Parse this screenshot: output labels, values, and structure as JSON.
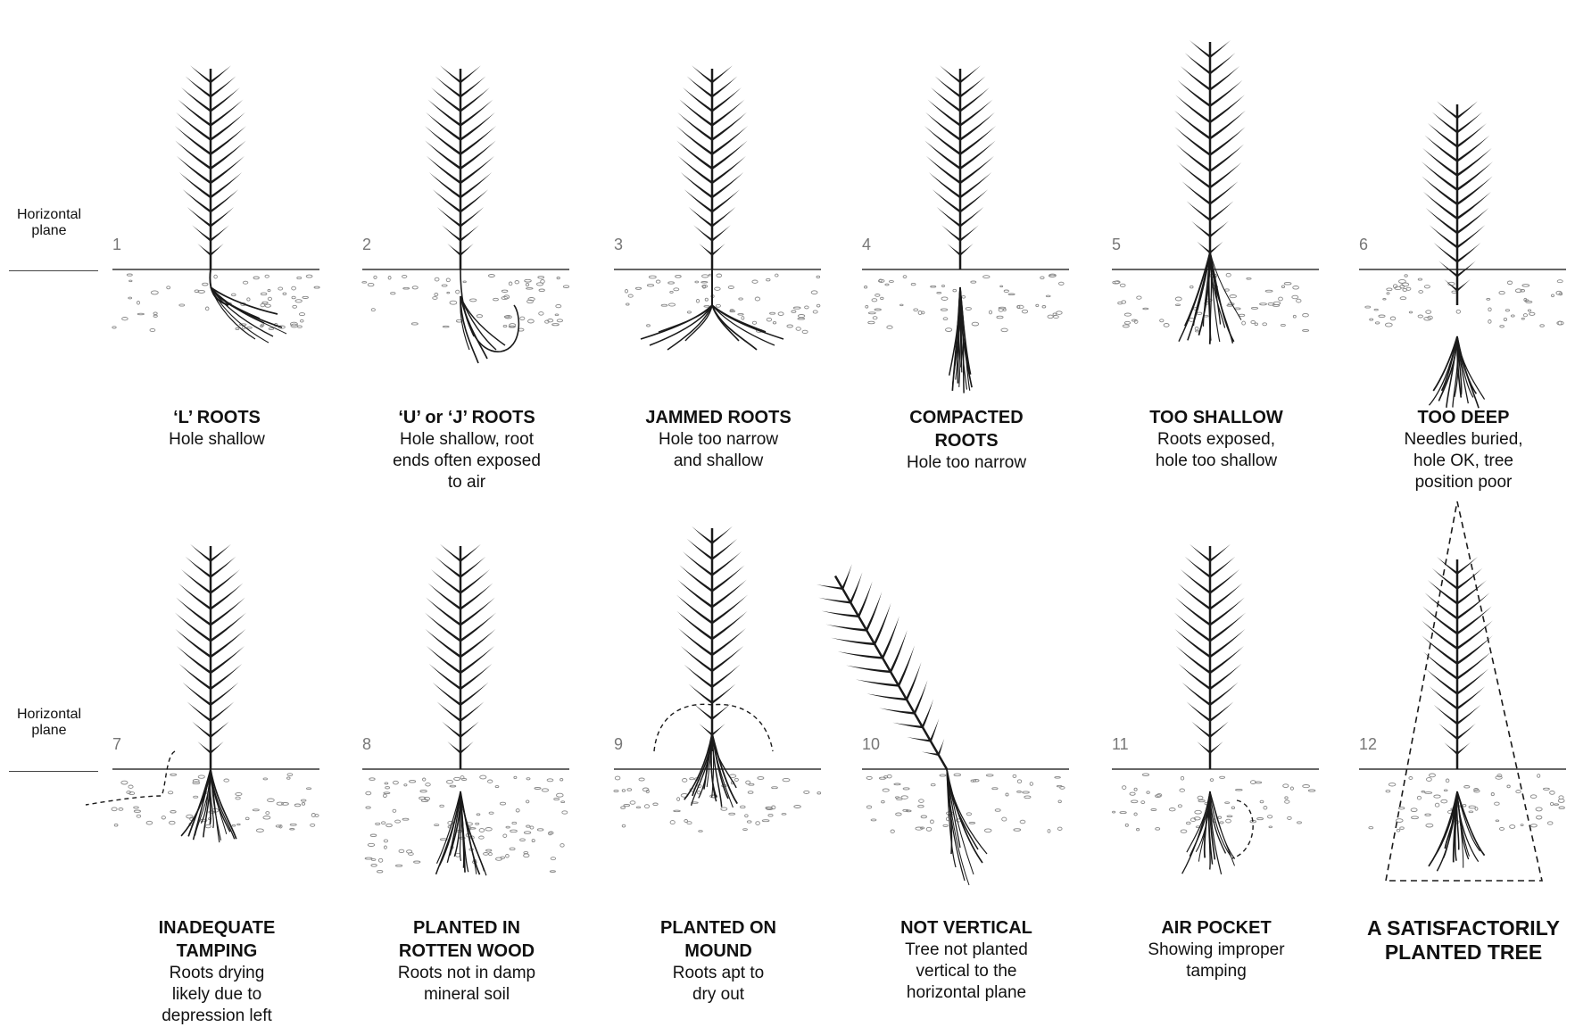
{
  "side_labels": [
    {
      "line1": "Horizontal",
      "line2": "plane"
    },
    {
      "line1": "Horizontal",
      "line2": "plane"
    }
  ],
  "panels": [
    {
      "number": "1",
      "title": [
        "‘L’ ROOTS"
      ],
      "desc": [
        "Hole shallow"
      ]
    },
    {
      "number": "2",
      "title": [
        "‘U’ or ‘J’ ROOTS"
      ],
      "desc": [
        "Hole shallow, root",
        "ends often exposed",
        "to air"
      ]
    },
    {
      "number": "3",
      "title": [
        "JAMMED ROOTS"
      ],
      "desc": [
        "Hole too narrow",
        "and shallow"
      ]
    },
    {
      "number": "4",
      "title": [
        "COMPACTED",
        "ROOTS"
      ],
      "desc": [
        "Hole too narrow"
      ]
    },
    {
      "number": "5",
      "title": [
        "TOO SHALLOW"
      ],
      "desc": [
        "Roots exposed,",
        "hole too shallow"
      ]
    },
    {
      "number": "6",
      "title": [
        "TOO DEEP"
      ],
      "desc": [
        "Needles buried,",
        "hole OK, tree",
        "position poor"
      ]
    },
    {
      "number": "7",
      "title": [
        "INADEQUATE",
        "TAMPING"
      ],
      "desc": [
        "Roots drying",
        "likely due to",
        "depression left"
      ]
    },
    {
      "number": "8",
      "title": [
        "PLANTED IN",
        "ROTTEN WOOD"
      ],
      "desc": [
        "Roots not in damp",
        "mineral soil"
      ]
    },
    {
      "number": "9",
      "title": [
        "PLANTED ON",
        "MOUND"
      ],
      "desc": [
        "Roots apt to",
        "dry out"
      ]
    },
    {
      "number": "10",
      "title": [
        "NOT VERTICAL"
      ],
      "desc": [
        "Tree not planted",
        "vertical to the",
        "horizontal plane"
      ]
    },
    {
      "number": "11",
      "title": [
        "AIR POCKET"
      ],
      "desc": [
        "Showing improper",
        "tamping"
      ]
    },
    {
      "number": "12",
      "title": [
        "A SATISFACTORILY",
        "PLANTED TREE"
      ],
      "desc": []
    }
  ],
  "colors": {
    "ink": "#1a1a1a",
    "soil": "#888888"
  }
}
